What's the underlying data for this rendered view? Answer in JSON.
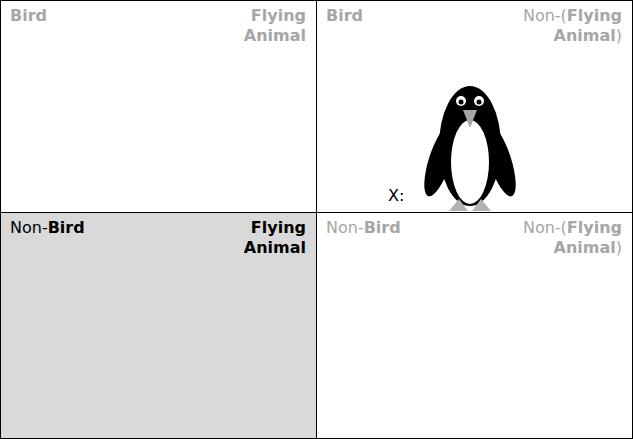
{
  "diagram": {
    "nodes": [
      {
        "text": [
          "Bird",
          "Flying Animal"
        ]
      },
      {
        "text": [
          "Bird",
          "Non-(Flying Animal)"
        ]
      },
      {
        "text": [
          "Non-Bird",
          "Flying Animal"
        ]
      },
      {
        "text": [
          "Non-Bird",
          "Non-(Flying Animal)"
        ]
      }
    ],
    "labels": [
      "X:"
    ]
  }
}
